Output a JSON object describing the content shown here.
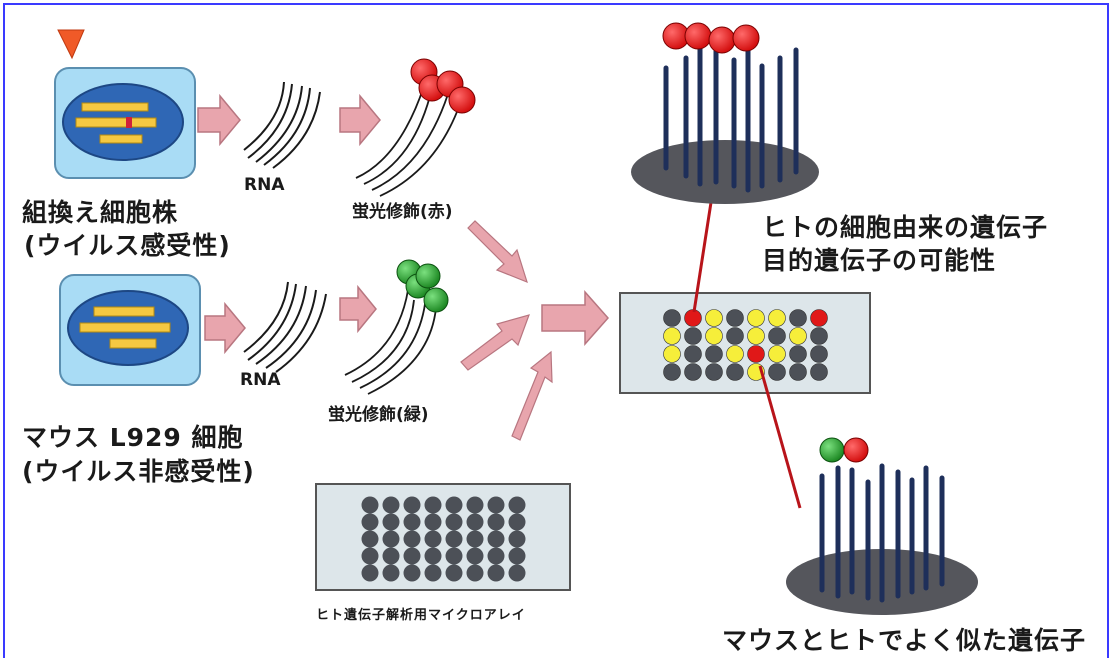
{
  "labels": {
    "recombinant_cell_line": "組換え細胞株",
    "virus_susceptible": "(ウイルス感受性)",
    "mouse_l929": "マウス L929 細胞",
    "virus_non_susceptible": "(ウイルス非感受性)",
    "rna_top": "RNA",
    "rna_bottom": "RNA",
    "fluor_red": "蛍光修飾(赤)",
    "fluor_green": "蛍光修飾(緑)",
    "human_gene_microarray": "ヒト遺伝子解析用マイクロアレイ",
    "human_origin_line1": "ヒトの細胞由来の遺伝子",
    "human_origin_line2": "目的遺伝子の可能性",
    "mouse_human_similar": "マウスとヒトでよく似た遺伝子"
  },
  "colors": {
    "frame": "#3a3aff",
    "cell_fill": "#a9dcf5",
    "nucleus": "#2f67b5",
    "chromosome": "#f5c842",
    "arrow": "#e8a5ad",
    "array_slide": "#dde6ea",
    "spot_gray": "#4c5057",
    "spot_yellow": "#f6ee3a",
    "spot_red": "#e01818",
    "spot_green": "#27a52e",
    "probe_line": "#1e2f5a",
    "platform": "#55565c",
    "connector": "#b8141a"
  },
  "icons": [
    "scissors-marker-icon"
  ],
  "microarray_result_grid": [
    [
      "gray",
      "red",
      "yellow",
      "gray",
      "yellow",
      "yellow",
      "gray",
      "red"
    ],
    [
      "yellow",
      "gray",
      "yellow",
      "gray",
      "yellow",
      "gray",
      "yellow",
      "gray"
    ],
    [
      "yellow",
      "gray",
      "gray",
      "yellow",
      "red",
      "yellow",
      "gray",
      "gray"
    ],
    [
      "gray",
      "gray",
      "gray",
      "gray",
      "yellow",
      "gray",
      "gray",
      "gray"
    ]
  ]
}
